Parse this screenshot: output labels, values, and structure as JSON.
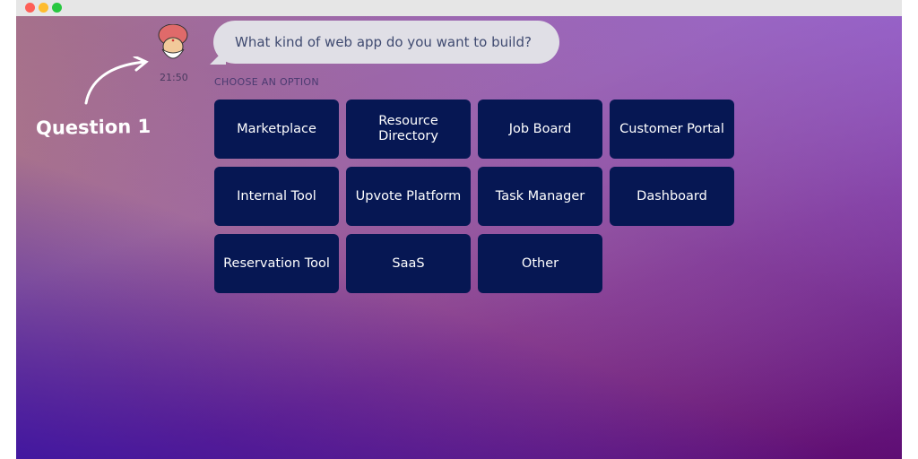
{
  "window": {
    "controls": [
      "close",
      "minimize",
      "maximize"
    ],
    "colors": {
      "close": "#fe5f57",
      "minimize": "#febc2e",
      "maximize": "#28c840"
    }
  },
  "chat": {
    "time": "21:50",
    "question": "What kind of web app do you want to build?",
    "prompt": "CHOOSE AN OPTION"
  },
  "annotation": {
    "label": "Question 1"
  },
  "options": [
    "Marketplace",
    "Resource Directory",
    "Job Board",
    "Customer Portal",
    "Internal Tool",
    "Upvote Platform",
    "Task Manager",
    "Dashboard",
    "Reservation Tool",
    "SaaS",
    "Other"
  ],
  "colors": {
    "button": "#061753",
    "bubble": "#e0dfe6"
  }
}
